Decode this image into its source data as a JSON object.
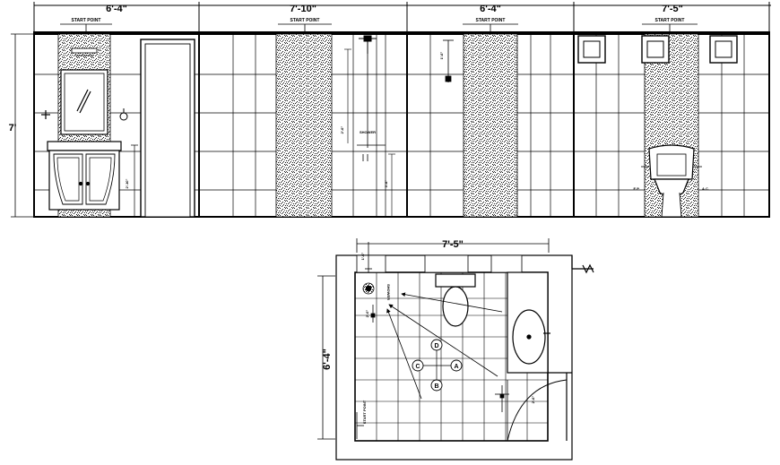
{
  "elevations": {
    "panel_a": {
      "width_label": "6'-4\"",
      "start_label": "START POINT",
      "height_label": "7'",
      "vanity_label": "2'-10\""
    },
    "panel_b": {
      "width_label": "7'-10\"",
      "start_label": "START POINT",
      "shower_label": "SHOWER",
      "dim_upper": "2'-6\"",
      "dim_lower": "3'-6\""
    },
    "panel_c": {
      "width_label": "6'-4\"",
      "start_label": "START POINT",
      "dim_label": "1'-6\""
    },
    "panel_d": {
      "width_label": "7'-5\"",
      "start_label": "START POINT",
      "left_tag": "E.P.",
      "right_tag": "A.C."
    }
  },
  "plan": {
    "width_label": "7'-5\"",
    "depth_label": "6'-4\"",
    "shower_label": "SHOWER",
    "start_label": "START POINT",
    "side_dim": "2'-0\"",
    "top_dim": "1'-6\"",
    "door_dim": "2'-6\"",
    "views": [
      "A",
      "B",
      "C",
      "D"
    ]
  },
  "colors": {
    "line": "#000000",
    "background": "#ffffff",
    "pattern": "#555555"
  }
}
